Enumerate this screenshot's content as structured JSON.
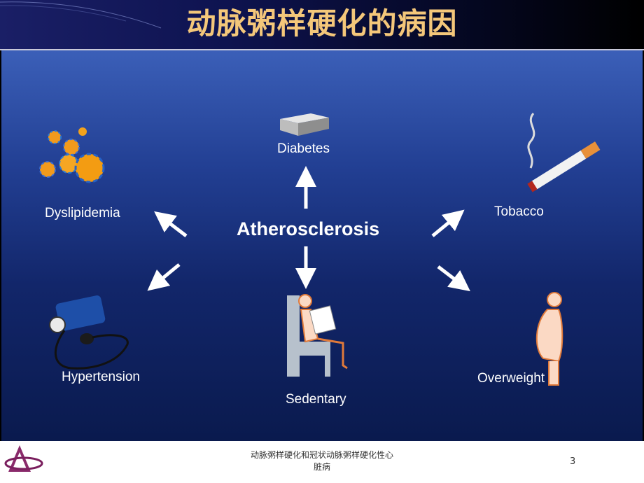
{
  "title": "动脉粥样硬化的病因",
  "diagram": {
    "center": "Atherosclerosis",
    "causes": {
      "diabetes": "Diabetes",
      "dyslipidemia": "Dyslipidemia",
      "tobacco": "Tobacco",
      "hypertension": "Hypertension",
      "sedentary": "Sedentary",
      "overweight": "Overweight"
    }
  },
  "footer": {
    "caption_line1": "动脉粥样硬化和冠状动脉粥样硬化性心",
    "caption_line2": "脏病",
    "page_number": "3"
  }
}
